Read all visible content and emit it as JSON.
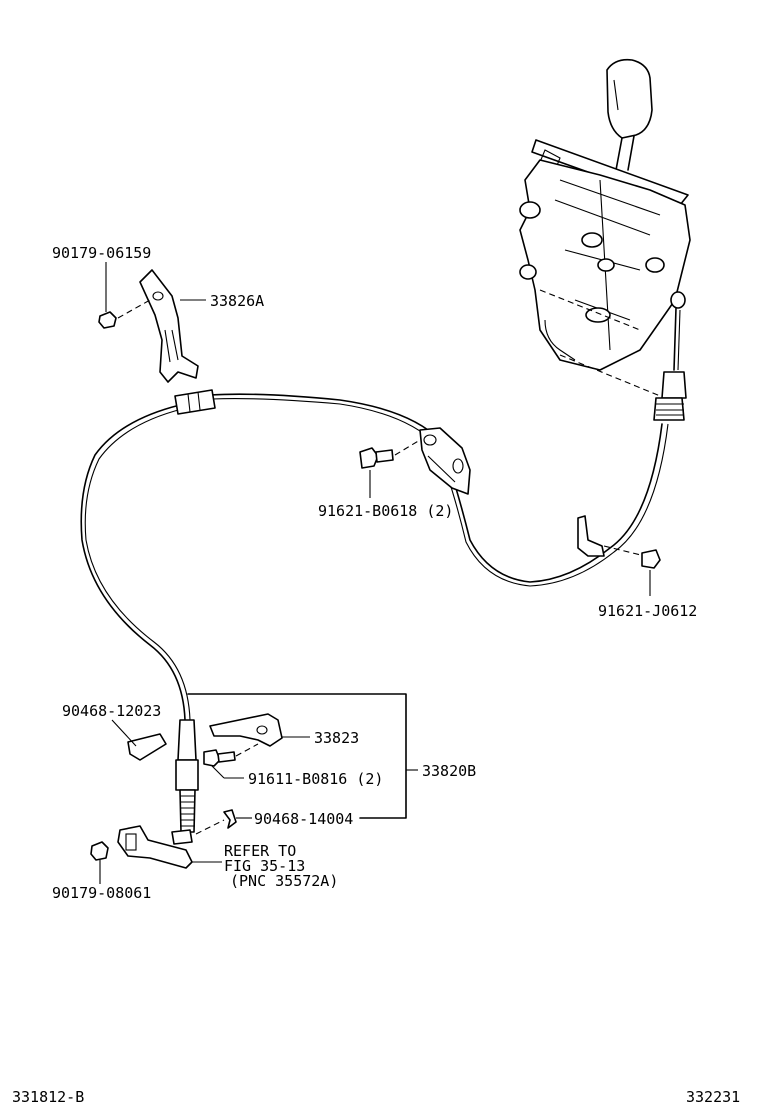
{
  "diagram_id_left": "331812-B",
  "diagram_id_right": "332231",
  "parts": {
    "nut_top": "90179-06159",
    "bracket_top": "33826A",
    "bolt_mid": "91621-B0618 (2)",
    "bolt_right": "91621-J0612",
    "clip_left": "90468-12023",
    "bracket_lower": "33823",
    "bolt_lower": "91611-B0816 (2)",
    "clip_lower": "90468-14004",
    "assembly": "33820B",
    "nut_bottom": "90179-08061"
  },
  "refer": {
    "line1": "REFER TO",
    "line2": "FIG 35-13",
    "line3": "(PNC 35572A)"
  }
}
